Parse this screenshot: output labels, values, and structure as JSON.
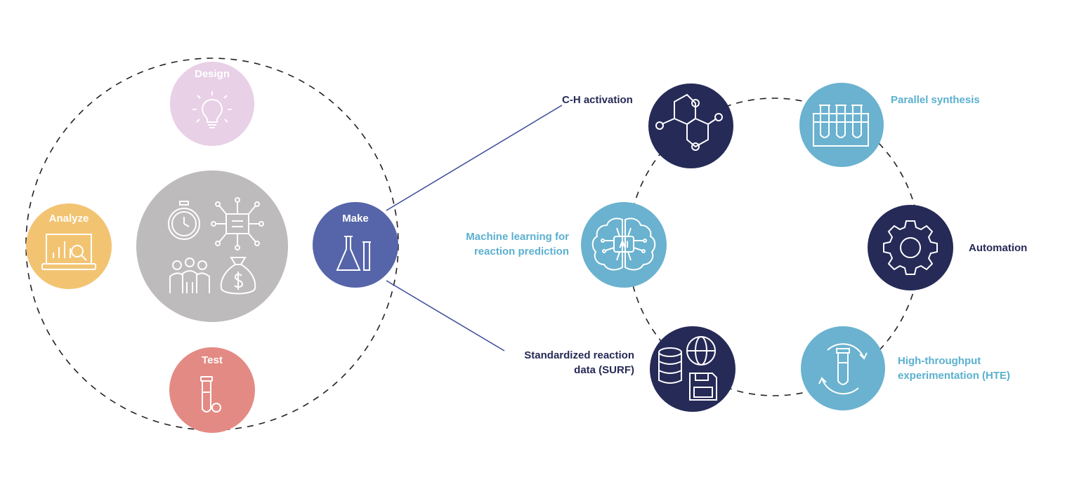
{
  "colors": {
    "design": "#e8d0e6",
    "analyze": "#f2c472",
    "test": "#e48a84",
    "make": "#5665a9",
    "center": "#bdbbbc",
    "navy": "#262a57",
    "light_blue": "#6ab2cf",
    "line": "#3b4a99"
  },
  "left_cycle": {
    "design": {
      "label": "Design",
      "icon": "lightbulb-icon"
    },
    "analyze": {
      "label": "Analyze",
      "icon": "chart-magnifier-icon"
    },
    "test": {
      "label": "Test",
      "icon": "test-tube-icon"
    },
    "make": {
      "label": "Make",
      "icon": "flask-icon"
    },
    "center_icons": [
      "stopwatch-icon",
      "network-icon",
      "team-icon",
      "money-bag-icon"
    ]
  },
  "right_cycle": {
    "ch_activation": {
      "label": "C-H activation",
      "icon": "molecule-icon"
    },
    "parallel_synthesis": {
      "label": "Parallel synthesis",
      "icon": "test-tube-rack-icon"
    },
    "automation": {
      "label": "Automation",
      "icon": "gear-icon"
    },
    "hte": {
      "label_line1": "High-throughput",
      "label_line2": "experimentation (HTE)",
      "icon": "tube-cycle-icon"
    },
    "surf": {
      "label_line1": "Standardized reaction",
      "label_line2": "data (SURF)",
      "icon": "database-globe-disk-icon"
    },
    "ml": {
      "label_line1": "Machine learning for",
      "label_line2": "reaction prediction",
      "icon": "ai-brain-icon",
      "chip_text": "AI"
    }
  }
}
